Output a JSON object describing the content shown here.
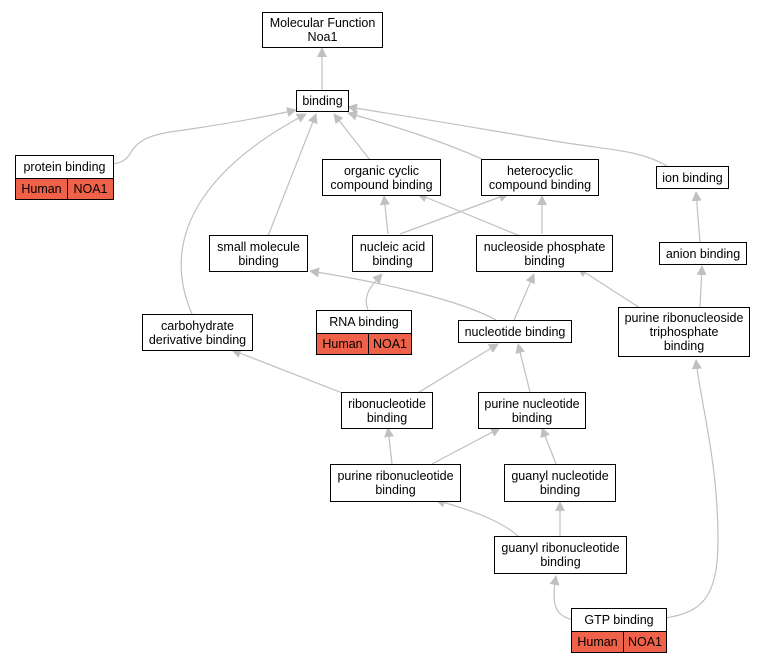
{
  "colors": {
    "edge": "#c0c0c0",
    "annotation": "#f0614a",
    "border": "#000000"
  },
  "nodes": {
    "molecular_function": {
      "line1": "Molecular Function",
      "line2": "Noa1"
    },
    "binding": {
      "line1": "binding"
    },
    "protein_binding": {
      "line1": "protein binding",
      "species": "Human",
      "gene": "NOA1"
    },
    "organic_cyclic": {
      "line1": "organic cyclic",
      "line2": "compound binding"
    },
    "heterocyclic": {
      "line1": "heterocyclic",
      "line2": "compound binding"
    },
    "ion_binding": {
      "line1": "ion binding"
    },
    "small_molecule": {
      "line1": "small molecule",
      "line2": "binding"
    },
    "nucleic_acid": {
      "line1": "nucleic acid",
      "line2": "binding"
    },
    "nucleoside_phosphate": {
      "line1": "nucleoside phosphate",
      "line2": "binding"
    },
    "anion_binding": {
      "line1": "anion binding"
    },
    "carbohydrate": {
      "line1": "carbohydrate",
      "line2": "derivative binding"
    },
    "rna_binding": {
      "line1": "RNA binding",
      "species": "Human",
      "gene": "NOA1"
    },
    "nucleotide_binding": {
      "line1": "nucleotide binding"
    },
    "purine_ribonucleoside_tp": {
      "line1": "purine ribonucleoside",
      "line2": "triphosphate",
      "line3": "binding"
    },
    "ribonucleotide": {
      "line1": "ribonucleotide",
      "line2": "binding"
    },
    "purine_nucleotide": {
      "line1": "purine nucleotide",
      "line2": "binding"
    },
    "purine_ribonucleotide": {
      "line1": "purine ribonucleotide",
      "line2": "binding"
    },
    "guanyl_nucleotide": {
      "line1": "guanyl nucleotide",
      "line2": "binding"
    },
    "guanyl_ribonucleotide": {
      "line1": "guanyl ribonucleotide",
      "line2": "binding"
    },
    "gtp_binding": {
      "line1": "GTP binding",
      "species": "Human",
      "gene": "NOA1"
    }
  }
}
